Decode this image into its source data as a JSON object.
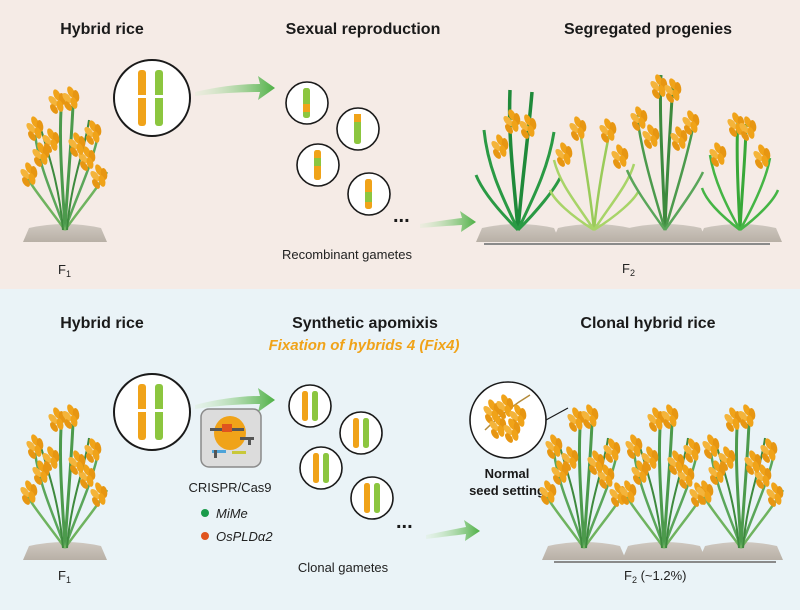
{
  "top": {
    "hybrid_rice": "Hybrid rice",
    "sexual_reproduction": "Sexual reproduction",
    "segregated_progenies": "Segregated progenies",
    "recombinant_gametes": "Recombinant gametes",
    "f1_main": "F",
    "f1_sub": "1",
    "f2_main": "F",
    "f2_sub": "2",
    "ellipsis": "..."
  },
  "bottom": {
    "hybrid_rice": "Hybrid rice",
    "synthetic_apomixis": "Synthetic apomixis",
    "fix4_title_pre": "Fixation of hybrids 4 (",
    "fix4_title_em": "Fix4",
    "fix4_title_post": ")",
    "clonal_hybrid_rice": "Clonal hybrid rice",
    "crispr": "CRISPR/Cas9",
    "mime": "MiMe",
    "ospld": "OsPLDα2",
    "clonal_gametes": "Clonal gametes",
    "normal_seed_line1": "Normal",
    "normal_seed_line2": "seed setting",
    "f1_main": "F",
    "f1_sub": "1",
    "f2_main": "F",
    "f2_sub": "2",
    "f2_rest": " (~1.2%)",
    "ellipsis": "..."
  },
  "colors": {
    "top_bg": "#f5ebe6",
    "bottom_bg": "#eaf3f7",
    "accent_orange": "#f0a319",
    "accent_green": "#8cc63f",
    "plant_green": "#4c9a4c",
    "dot_green": "#1a9b4b",
    "dot_orange": "#e0541e"
  }
}
